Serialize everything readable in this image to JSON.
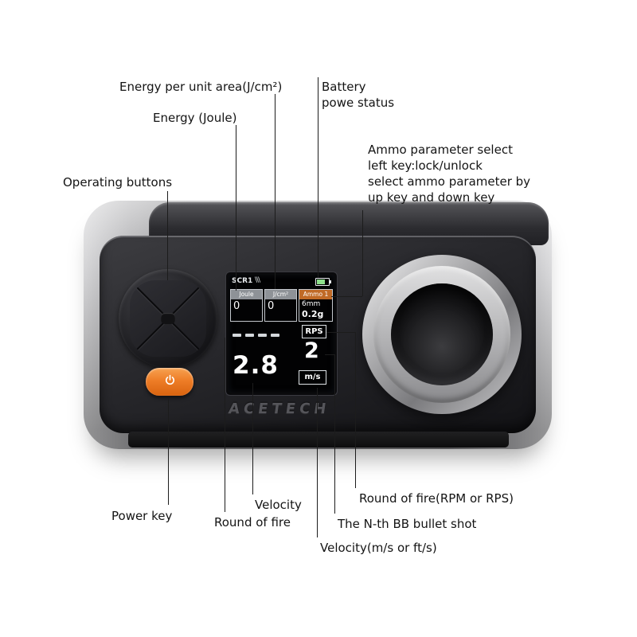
{
  "annotations": {
    "energy_area": {
      "label": "Energy per unit area(J/cm²)"
    },
    "energy_joule": {
      "label": "Energy (Joule)"
    },
    "battery_status": {
      "label": "Battery\npowe status"
    },
    "operating_buttons": {
      "label": "Operating buttons"
    },
    "ammo_select": {
      "label": "Ammo parameter select\nleft key:lock/unlock\nselect ammo parameter by\nup key and down key"
    },
    "power_key": {
      "label": "Power key"
    },
    "round_of_fire": {
      "label": "Round of fire"
    },
    "velocity": {
      "label": "Velocity"
    },
    "nth_bb": {
      "label": "The N-th BB bullet shot"
    },
    "rof_unit": {
      "label": "Round of fire(RPM or RPS)"
    },
    "velocity_unit": {
      "label": "Velocity(m/s or ft/s)"
    }
  },
  "device": {
    "brand": "ACETECH",
    "screen": {
      "profile": "SCR1",
      "scr_marks": "\\\\\\",
      "stats": {
        "joule": {
          "label": "Joule",
          "value": "0"
        },
        "jcm2": {
          "label": "J/cm²",
          "value": "0"
        },
        "ammo": {
          "label": "Ammo 1",
          "size": "6mm",
          "weight": "0.2g"
        }
      },
      "rof_unit_label": "RPS",
      "shot_count": "2",
      "velocity_value": "2.8",
      "velocity_unit_label": "m/s",
      "shot_history": "----"
    }
  }
}
